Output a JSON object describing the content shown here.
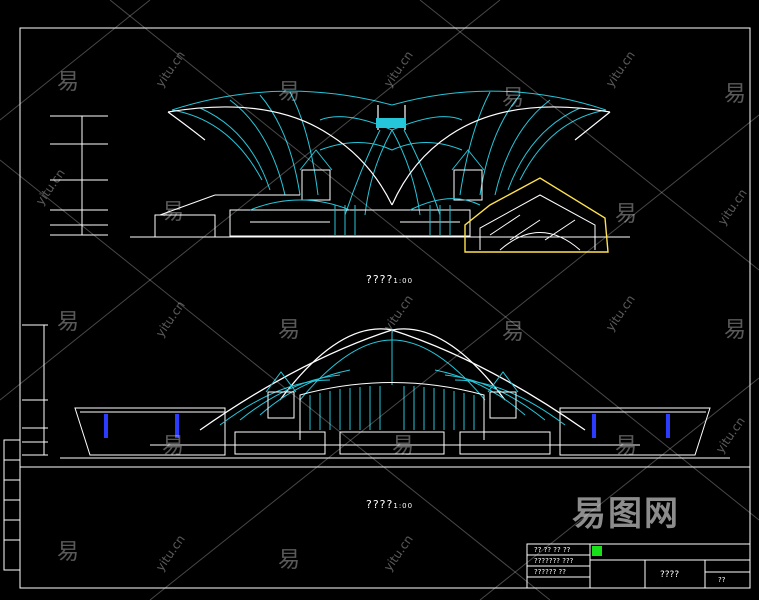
{
  "drawing": {
    "upper_view_label": "????",
    "upper_view_scale": "1:00",
    "lower_view_label": "????",
    "lower_view_scale": "1:00",
    "title_block": {
      "top_cells": [
        "?? ?? ?? ??",
        "??????? ???",
        "?????? ??"
      ],
      "drawing_title": "????",
      "sheet": "??"
    }
  },
  "watermark": {
    "cn_char": "易",
    "url": "yitu.cn",
    "brand": "易图网"
  },
  "colors": {
    "background": "#000000",
    "line": "#ffffff",
    "cyan": "#26c6da",
    "yellow": "#ffe24d",
    "green": "#19e119",
    "blue": "#2c3cff"
  }
}
